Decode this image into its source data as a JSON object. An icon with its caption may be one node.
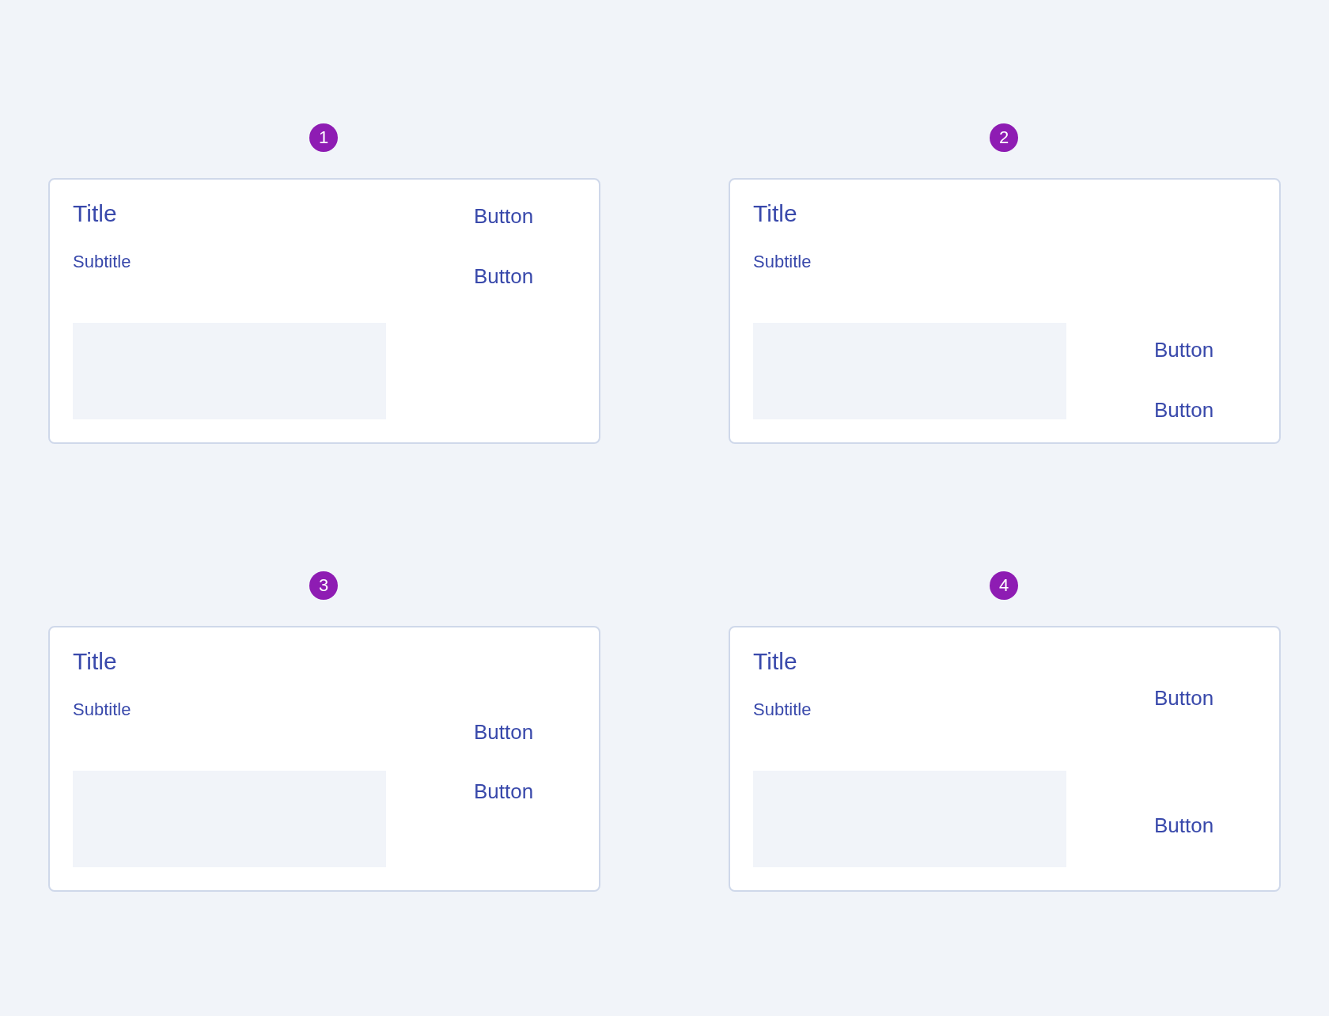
{
  "diagram": {
    "nodes": [
      {
        "text": [
          "Title",
          "Subtitle",
          "Button",
          "Button"
        ]
      },
      {
        "text": [],
        "shape": "box",
        "in": 0
      },
      {
        "text": [
          "Title",
          "Subtitle",
          "Button",
          "Button"
        ]
      },
      {
        "text": [],
        "shape": "box",
        "in": 2
      },
      {
        "text": [
          "Title",
          "Subtitle",
          "Button",
          "Button"
        ]
      },
      {
        "text": [],
        "shape": "box",
        "in": 4
      },
      {
        "text": [
          "Title",
          "Subtitle",
          "Button",
          "Button"
        ]
      },
      {
        "text": [],
        "shape": "box",
        "in": 6
      }
    ],
    "labels": [
      "1",
      "2",
      "3",
      "4"
    ]
  }
}
